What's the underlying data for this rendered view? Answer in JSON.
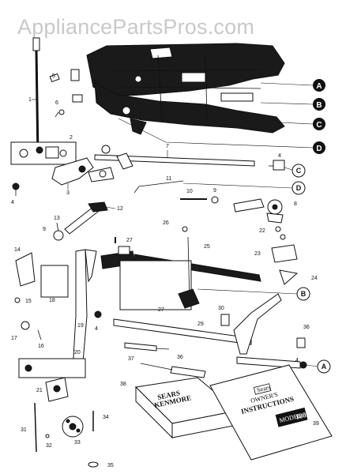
{
  "watermark": "AppliancePartsPros.com",
  "part_numbers": [
    "1",
    "2",
    "3",
    "4",
    "5",
    "6",
    "7",
    "8",
    "9",
    "10",
    "11",
    "12",
    "13",
    "14",
    "15",
    "16",
    "17",
    "18",
    "19",
    "20",
    "21",
    "22",
    "23",
    "24",
    "25",
    "26",
    "27",
    "28",
    "29",
    "30",
    "31",
    "32",
    "33",
    "34",
    "35",
    "36",
    "37",
    "38",
    "39"
  ],
  "reference_letters": [
    "A",
    "B",
    "C",
    "D"
  ],
  "packaging": {
    "box_brand_line1": "SEARS",
    "box_brand_line2": "KENMORE",
    "manual_brand": "Sears",
    "manual_title_line1": "OWNER'S",
    "manual_title_line2": "INSTRUCTIONS",
    "manual_model_prefix": "MODEL",
    "manual_model": "1802"
  }
}
